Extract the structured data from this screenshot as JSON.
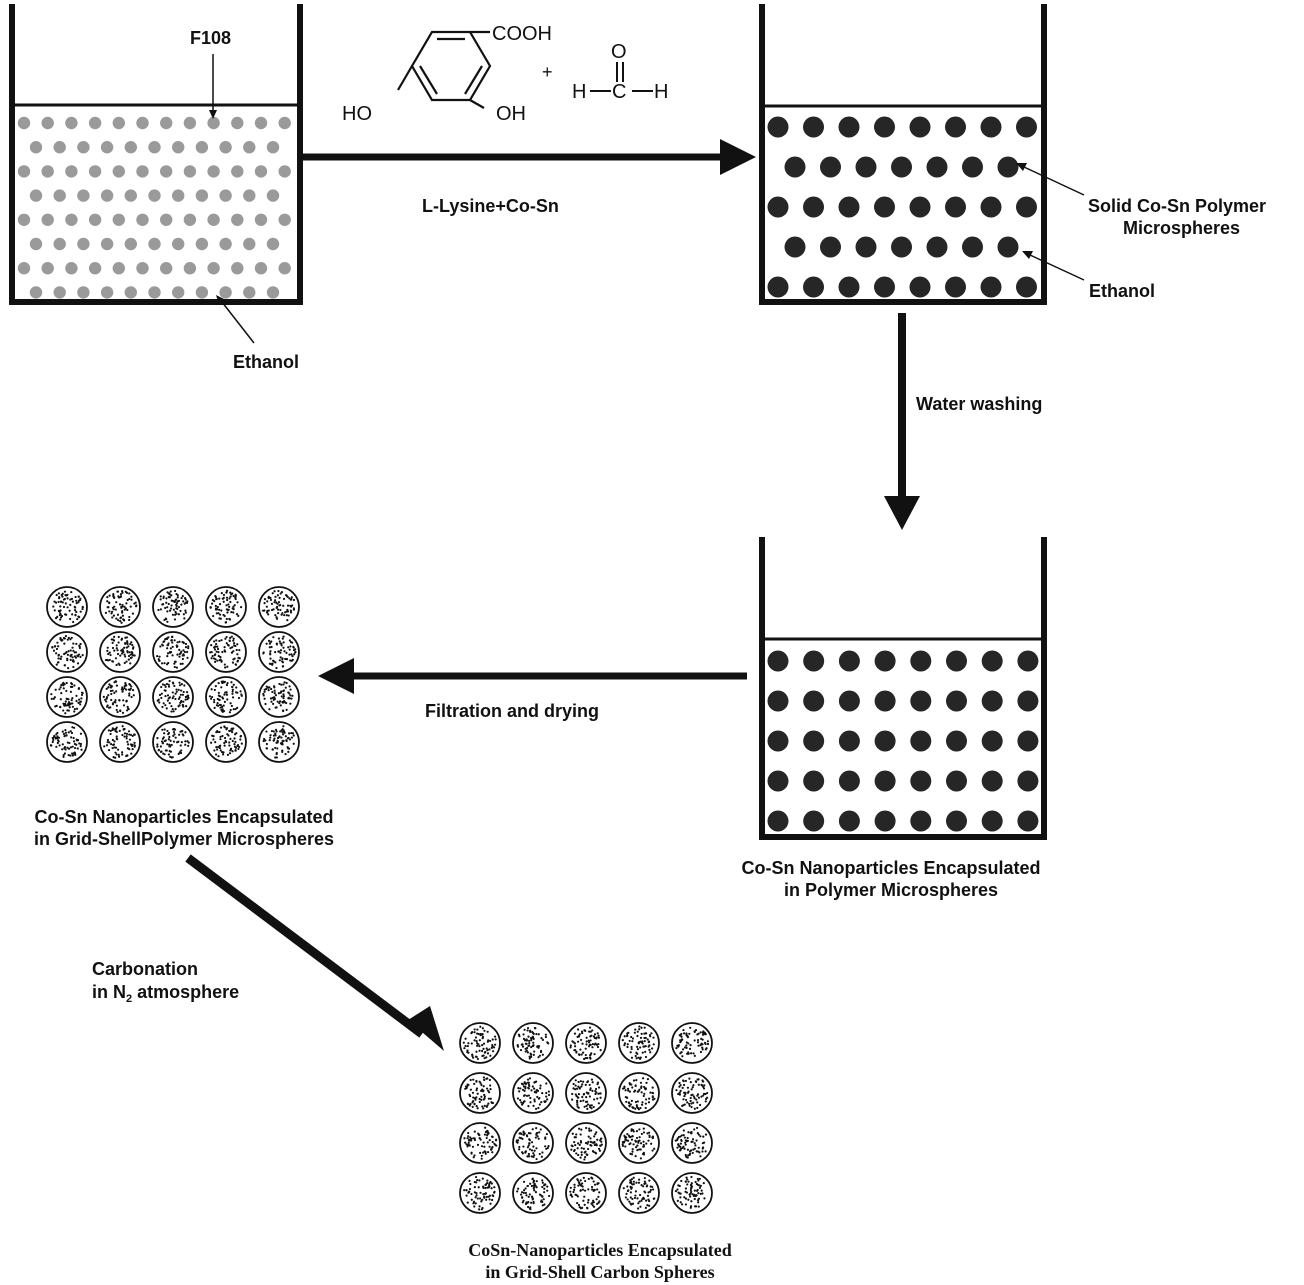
{
  "colors": {
    "ink": "#111111",
    "light_particle": "#9a9a9a",
    "dark_particle": "#262626",
    "background": "#ffffff"
  },
  "chemistry": {
    "cooh": "COOH",
    "ho_left": "HO",
    "oh_ring": "OH",
    "plus": "+",
    "formaldehyde_o": "O",
    "formaldehyde_h_left": "H",
    "formaldehyde_c": "C",
    "formaldehyde_h_right": "H"
  },
  "labels": {
    "f108": "F108",
    "ethanol_beaker1": "Ethanol",
    "reagent_step": "L-Lysine+Co-Sn",
    "solid_microspheres_line1": "Solid Co-Sn Polymer",
    "solid_microspheres_line2": "Microspheres",
    "ethanol_beaker2": "Ethanol",
    "water_washing": "Water washing",
    "filtration_drying": "Filtration and drying",
    "beaker3_caption_line1": "Co-Sn Nanoparticles Encapsulated",
    "beaker3_caption_line2": "in Polymer Microspheres",
    "grid_shell_polymer_line1": "Co-Sn Nanoparticles Encapsulated",
    "grid_shell_polymer_line2": "in Grid-ShellPolymer Microspheres",
    "carbonation_line1": "Carbonation",
    "carbonation_line2_prefix": "in N",
    "carbonation_subscript": "2",
    "carbonation_line2_suffix": " atmosphere",
    "carbon_spheres_line1": "CoSn-Nanoparticles Encapsulated",
    "carbon_spheres_line2": "in Grid-Shell Carbon Spheres"
  }
}
